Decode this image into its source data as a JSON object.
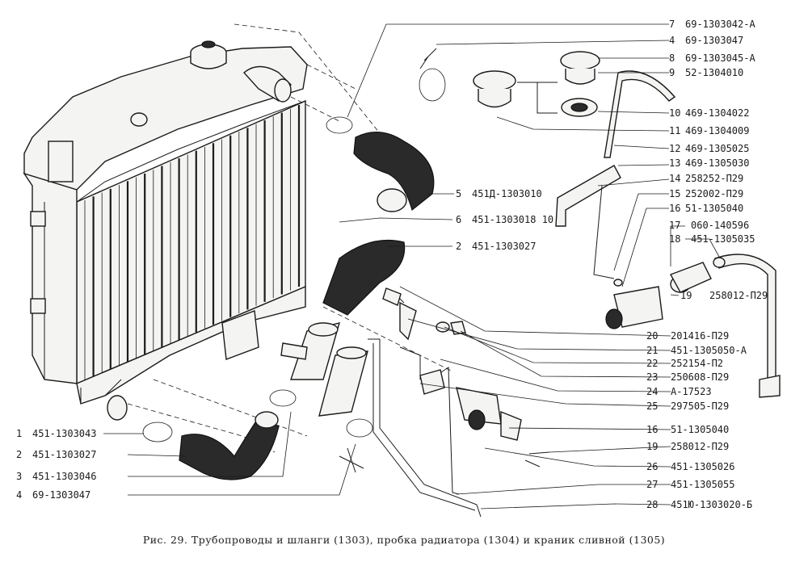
{
  "caption": "Рис. 29. Трубопроводы и шланги (1303), пробка радиатора (1304) и краник сливной (1305)",
  "right_labels": [
    {
      "num": "7",
      "code": "69-1303042-А"
    },
    {
      "num": "4",
      "code": "69-1303047"
    },
    {
      "num": "8",
      "code": "69-1303045-А"
    },
    {
      "num": "9",
      "code": "52-1304010"
    },
    {
      "num": "10",
      "code": "469-1304022"
    },
    {
      "num": "11",
      "code": "469-1304009"
    },
    {
      "num": "12",
      "code": "469-1305025"
    },
    {
      "num": "13",
      "code": "469-1305030"
    },
    {
      "num": "14",
      "code": "258252-П29"
    },
    {
      "num": "15",
      "code": "252002-П29"
    },
    {
      "num": "16",
      "code": "51-1305040"
    },
    {
      "num": "17",
      "code": "060-140596"
    },
    {
      "num": "18",
      "code": "451-1305035"
    }
  ],
  "mid_labels": [
    {
      "num": "5",
      "code": "451Д-1303010"
    },
    {
      "num": "6",
      "code": "451-1303018 10"
    },
    {
      "num": "2",
      "code": "451-1303027"
    }
  ],
  "label_19_top": {
    "num": "19",
    "code": "258012-П29"
  },
  "lower_right_labels": [
    {
      "num": "20",
      "code": "201416-П29"
    },
    {
      "num": "21",
      "code": "451-1305050-А"
    },
    {
      "num": "22",
      "code": "252154-П2"
    },
    {
      "num": "23",
      "code": "250608-П29"
    },
    {
      "num": "24",
      "code": "А-17523"
    },
    {
      "num": "25",
      "code": "297505-П29"
    },
    {
      "num": "16",
      "code": "51-1305040"
    },
    {
      "num": "19",
      "code": "258012-П29"
    },
    {
      "num": "26",
      "code": "451-1305026"
    },
    {
      "num": "27",
      "code": "451-1305055"
    },
    {
      "num": "28",
      "code": "451Ю-1303020-Б"
    }
  ],
  "left_labels": [
    {
      "num": "1",
      "code": "451-1303043"
    },
    {
      "num": "2",
      "code": "451-1303027"
    },
    {
      "num": "3",
      "code": "451-1303046"
    },
    {
      "num": "4",
      "code": "69-1303047"
    }
  ]
}
